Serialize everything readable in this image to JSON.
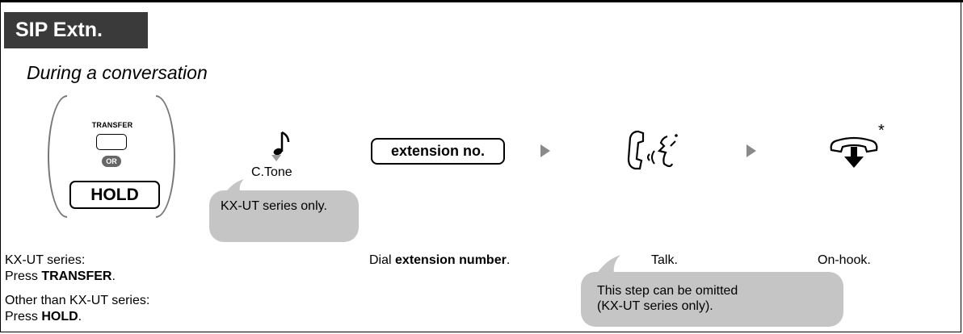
{
  "header": {
    "tab_label": "SIP Extn."
  },
  "subtitle": "During a conversation",
  "keys": {
    "transfer_label": "TRANSFER",
    "or_label": "OR",
    "hold_label": "HOLD",
    "extension_label": "extension no."
  },
  "tone": {
    "label": "C.Tone"
  },
  "bubbles": {
    "kx_ut_only": "KX-UT series only.",
    "omit_note_line1": "This step can be omitted",
    "omit_note_line2": "(KX-UT series only)."
  },
  "captions": {
    "step1_line1": "KX-UT series:",
    "step1_line2_prefix": "Press ",
    "step1_line2_bold": "TRANSFER",
    "step1_line2_suffix": ".",
    "step1_line3": "Other than KX-UT series:",
    "step1_line4_prefix": "Press ",
    "step1_line4_bold": "HOLD",
    "step1_line4_suffix": ".",
    "step2_prefix": "Dial ",
    "step2_bold": "extension number",
    "step2_suffix": ".",
    "step3": "Talk.",
    "step4": "On-hook."
  },
  "footnote_mark": "*",
  "icons": {
    "tone": "confirmation-tone-icon",
    "talk": "talk-handset-icon",
    "onhook": "on-hook-icon",
    "arrow": "step-arrow-icon"
  },
  "colors": {
    "tab_bg": "#3a3a3a",
    "bubble_bg": "#c5c5c5",
    "arrow": "#8a8a8a"
  }
}
